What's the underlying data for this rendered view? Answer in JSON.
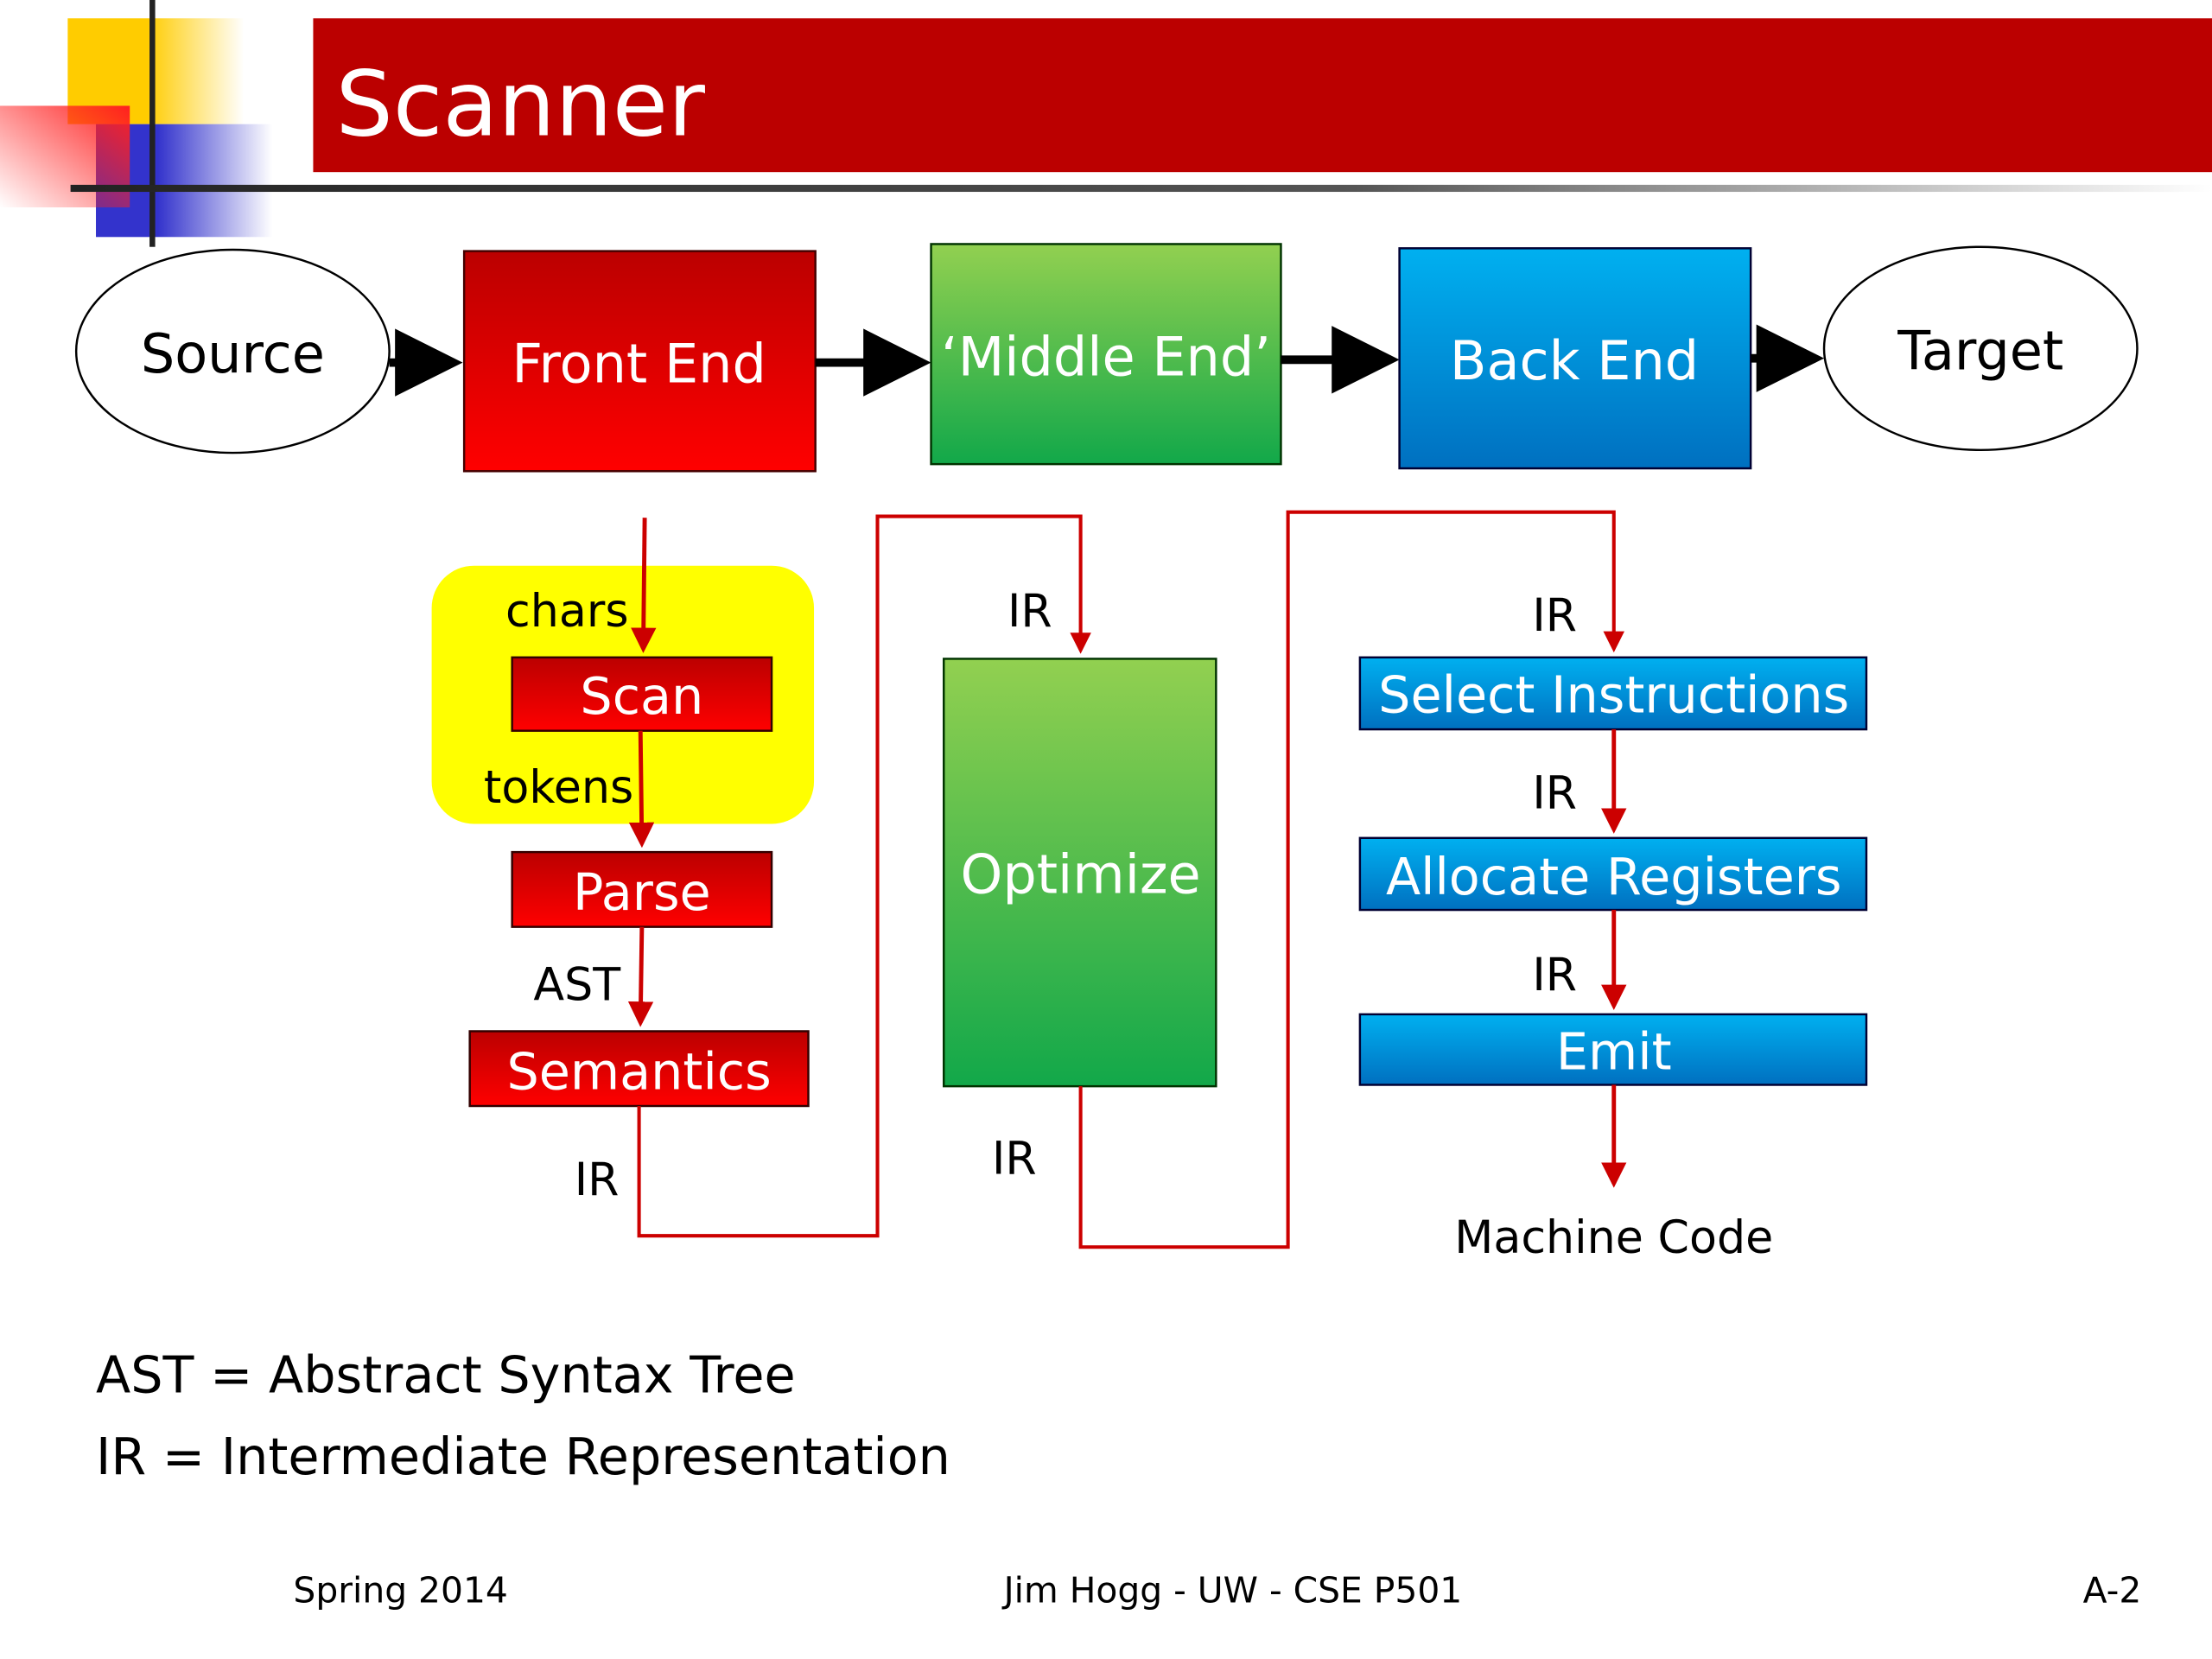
{
  "slide": {
    "title": "Scanner",
    "pipeline": {
      "source": "Source",
      "front_end": "Front End",
      "middle_end": "‘Middle End’",
      "back_end": "Back End",
      "target": "Target"
    },
    "front_end_phases": {
      "input_label": "chars",
      "scan": "Scan",
      "scan_output_label": "tokens",
      "parse": "Parse",
      "parse_output_label": "AST",
      "semantics": "Semantics",
      "semantics_output_label": "IR"
    },
    "middle_end_phases": {
      "input_label": "IR",
      "optimize": "Optimize",
      "output_label": "IR"
    },
    "back_end_phases": {
      "input_label": "IR",
      "select_instructions": "Select Instructions",
      "select_output_label": "IR",
      "allocate_registers": "Allocate Registers",
      "allocate_output_label": "IR",
      "emit": "Emit",
      "output": "Machine Code"
    },
    "highlight_color": "#FFFF00",
    "colors": {
      "title_bar": "#BB0000",
      "front_end": "#EE0000",
      "middle_end": "#55BB44",
      "back_end": "#0099DD",
      "flow_line": "#CC0000"
    },
    "glossary": [
      "AST = Abstract Syntax Tree",
      "IR = Intermediate Representation"
    ],
    "footer": {
      "left": "Spring 2014",
      "center": "Jim Hogg - UW - CSE P501",
      "right": "A-2"
    }
  }
}
